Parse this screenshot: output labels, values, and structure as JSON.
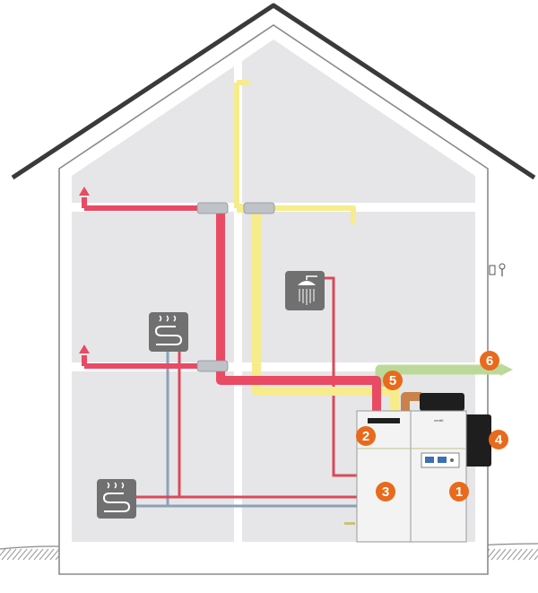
{
  "colors": {
    "background": "#ffffff",
    "roof_outline": "#3a3a3a",
    "house_wall": "#8a8a8a",
    "room_fill": "#e6e6e8",
    "supply_air": "#e94a64",
    "extract_air": "#f6ec8c",
    "fresh_air": "#bcd99a",
    "exhaust_duct": "#c9824a",
    "hot_water": "#d94a5a",
    "cold_water": "#8aa2b8",
    "callout": "#e86a1c",
    "panel_icon": "#707070",
    "unit_body": "#f3f3f3",
    "unit_top": "#1e1e1e",
    "ground_hatch": "#8a8a8a"
  },
  "icons": {
    "radiator_upper": "floor-heating-coil-icon",
    "radiator_lower": "floor-heating-coil-icon",
    "shower": "shower-icon",
    "sensor": "wall-sensor-icon"
  },
  "callouts": [
    {
      "id": "1",
      "label": "1"
    },
    {
      "id": "2",
      "label": "2"
    },
    {
      "id": "3",
      "label": "3"
    },
    {
      "id": "4",
      "label": "4"
    },
    {
      "id": "5",
      "label": "5"
    },
    {
      "id": "6",
      "label": "6"
    }
  ],
  "unit": {
    "brand": "ventil"
  }
}
